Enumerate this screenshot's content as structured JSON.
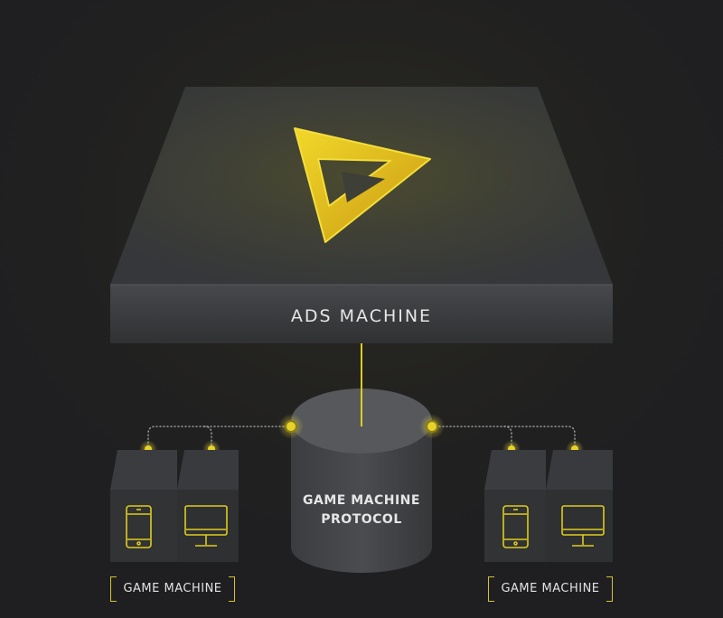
{
  "ads_machine": {
    "label": "ADS MACHINE"
  },
  "protocol": {
    "line1": "GAME MACHINE",
    "line2": "PROTOCOL"
  },
  "groups": [
    {
      "label": "GAME MACHINE"
    },
    {
      "label": "GAME MACHINE"
    }
  ],
  "colors": {
    "accent": "#e0cc1c",
    "background": "#1f1f21"
  },
  "icons": [
    "logo-icon",
    "phone-icon",
    "monitor-icon",
    "phone-icon",
    "monitor-icon"
  ]
}
